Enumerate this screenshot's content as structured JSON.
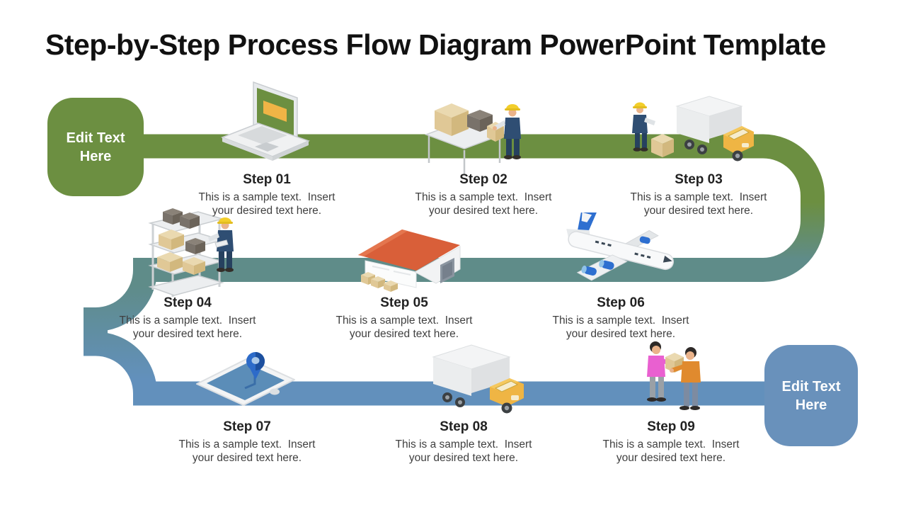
{
  "slide": {
    "title": "Step-by-Step Process Flow Diagram PowerPoint Template"
  },
  "badges": {
    "start": {
      "label": "Edit Text Here",
      "color": "#6C8F41"
    },
    "end": {
      "label": "Edit Text Here",
      "color": "#6991BB"
    }
  },
  "colors": {
    "path_green": "#6C8F41",
    "path_teal": "#5F8C89",
    "path_blue": "#6290BC",
    "accent_orange": "#EFB544",
    "roof_red": "#D95F39",
    "pin_blue": "#2D6BC9",
    "overalls_navy": "#2F4E73",
    "helmet_yellow": "#F2CE2B"
  },
  "steps": [
    {
      "label": "Step 01",
      "desc_line1": "This is a sample text.  Insert",
      "desc_line2": "your desired text here.",
      "icon": "laptop-icon"
    },
    {
      "label": "Step 02",
      "desc_line1": "This is a sample text.  Insert",
      "desc_line2": "your desired text here.",
      "icon": "packing-worker-icon"
    },
    {
      "label": "Step 03",
      "desc_line1": "This is a sample text.  Insert",
      "desc_line2": "your desired text here.",
      "icon": "truck-loading-icon"
    },
    {
      "label": "Step 04",
      "desc_line1": "This is a sample text.  Insert",
      "desc_line2": "your desired text here.",
      "icon": "storage-rack-icon"
    },
    {
      "label": "Step 05",
      "desc_line1": "This is a sample text.  Insert",
      "desc_line2": "your desired text here.",
      "icon": "warehouse-icon"
    },
    {
      "label": "Step 06",
      "desc_line1": "This is a sample text.  Insert",
      "desc_line2": "your desired text here.",
      "icon": "airplane-icon"
    },
    {
      "label": "Step 07",
      "desc_line1": "This is a sample text.  Insert",
      "desc_line2": "your desired text here.",
      "icon": "phone-location-icon"
    },
    {
      "label": "Step 08",
      "desc_line1": "This is a sample text.  Insert",
      "desc_line2": "your desired text here.",
      "icon": "delivery-truck-icon"
    },
    {
      "label": "Step 09",
      "desc_line1": "This is a sample text.  Insert",
      "desc_line2": "your desired text here.",
      "icon": "package-handover-icon"
    }
  ]
}
